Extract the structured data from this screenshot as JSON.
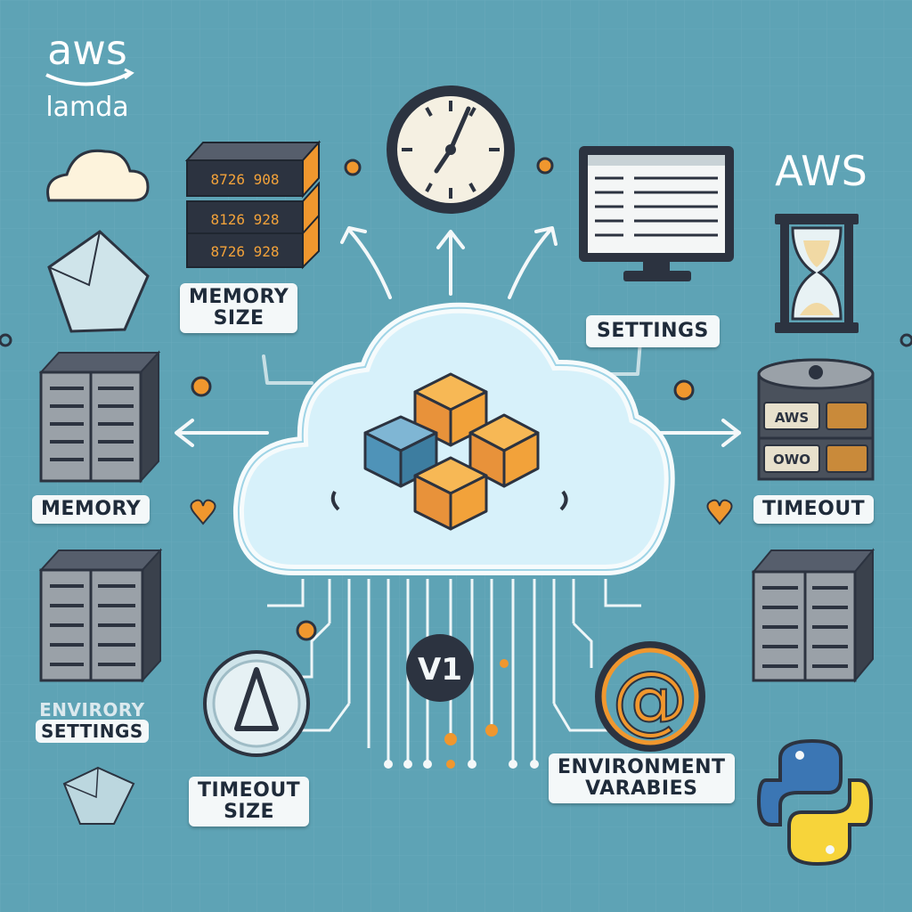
{
  "brand": {
    "aws_top": "aws",
    "lambda_text": "lamda",
    "aws_right": "AWS"
  },
  "labels": {
    "memory_size": [
      "MEMORY",
      "SIZE"
    ],
    "settings": "SETTINGS",
    "memory": "MEMORY",
    "timeout": "TIMEOUT",
    "environment_settings": [
      "ENVIRORY",
      "SETTINGS"
    ],
    "timeout_size": [
      "TIMEOUT",
      "SIZE"
    ],
    "environment_variables": [
      "ENVIRONMENT",
      "VARABIES"
    ]
  },
  "server_stack": {
    "rows": [
      "8726  908",
      "8126  928",
      "8726  928"
    ]
  },
  "disk_stack": {
    "rows": [
      "AWS",
      "OWO"
    ]
  },
  "version_badge": "V1",
  "at_symbol": "@",
  "colors": {
    "background": "#5ea3b5",
    "cloud": "#cdeef8",
    "orange": "#f2a23a",
    "blue_cube": "#4f93b8",
    "dark": "#2c3340",
    "label_bg": "#f4f8f9"
  }
}
